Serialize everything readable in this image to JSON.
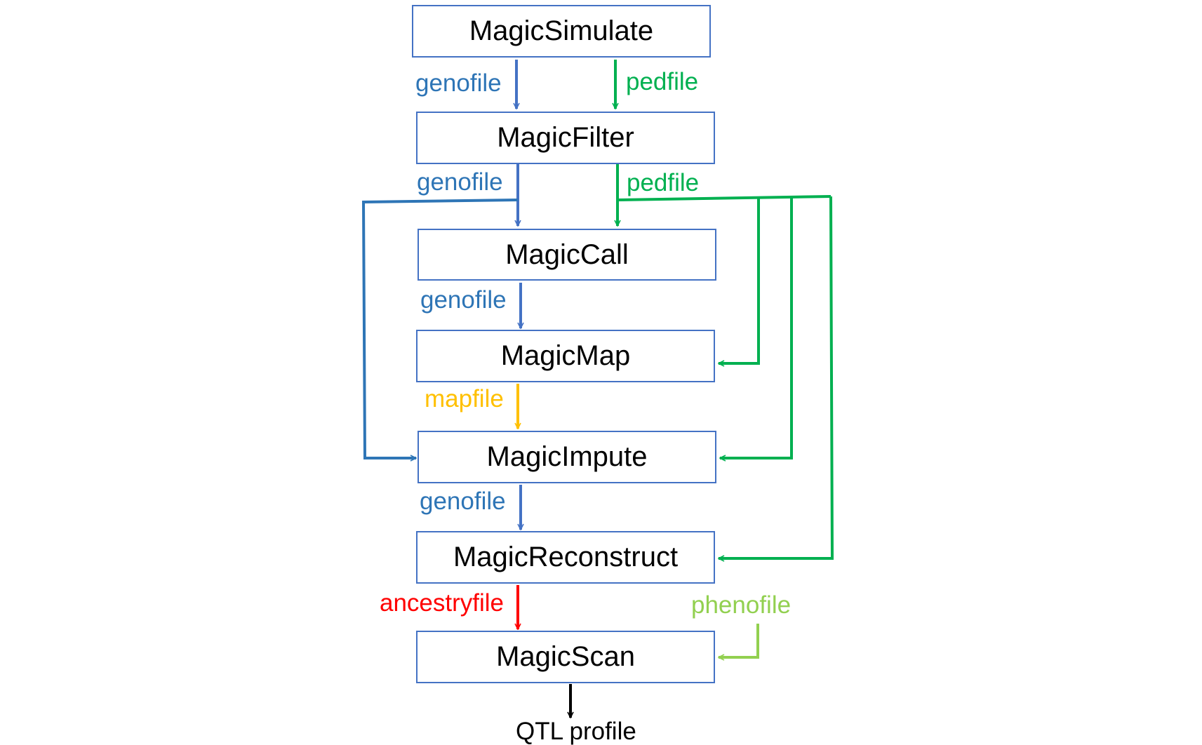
{
  "colors": {
    "box_border": "#4472C4",
    "genofile": "#2E75B6",
    "genofile_arrow": "#4472C4",
    "pedfile": "#00B050",
    "mapfile": "#FFC000",
    "ancestryfile": "#FF0000",
    "phenofile": "#92D050",
    "output": "#000000"
  },
  "nodes": {
    "simulate": "MagicSimulate",
    "filter": "MagicFilter",
    "call": "MagicCall",
    "map": "MagicMap",
    "impute": "MagicImpute",
    "reconstruct": "MagicReconstruct",
    "scan": "MagicScan"
  },
  "edges": {
    "simulate_filter_geno": "genofile",
    "simulate_filter_ped": "pedfile",
    "filter_call_geno": "genofile",
    "filter_call_ped": "pedfile",
    "call_map_geno": "genofile",
    "map_impute_map": "mapfile",
    "impute_reconstruct_geno": "genofile",
    "reconstruct_scan_ancestry": "ancestryfile",
    "pheno_scan": "phenofile"
  },
  "output": "QTL profile"
}
